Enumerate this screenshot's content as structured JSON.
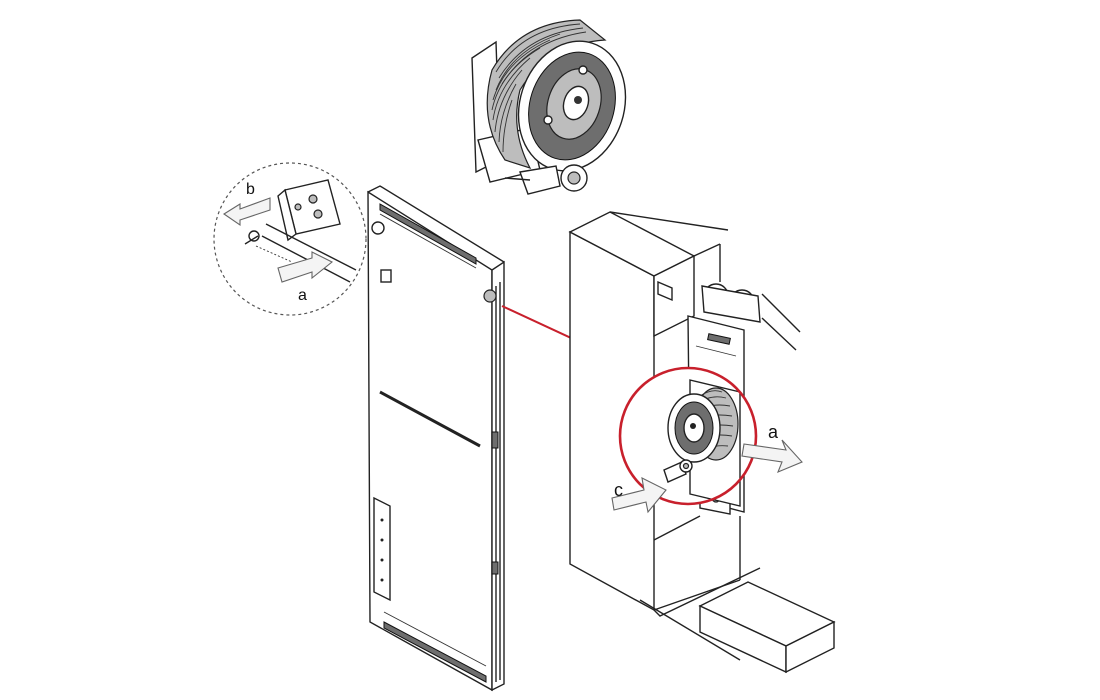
{
  "labels": {
    "detail_b": "b",
    "detail_a": "a",
    "main_a": "a",
    "main_c": "c"
  },
  "colors": {
    "callout": "#c8202c",
    "line": "#222222",
    "background": "#ffffff"
  }
}
